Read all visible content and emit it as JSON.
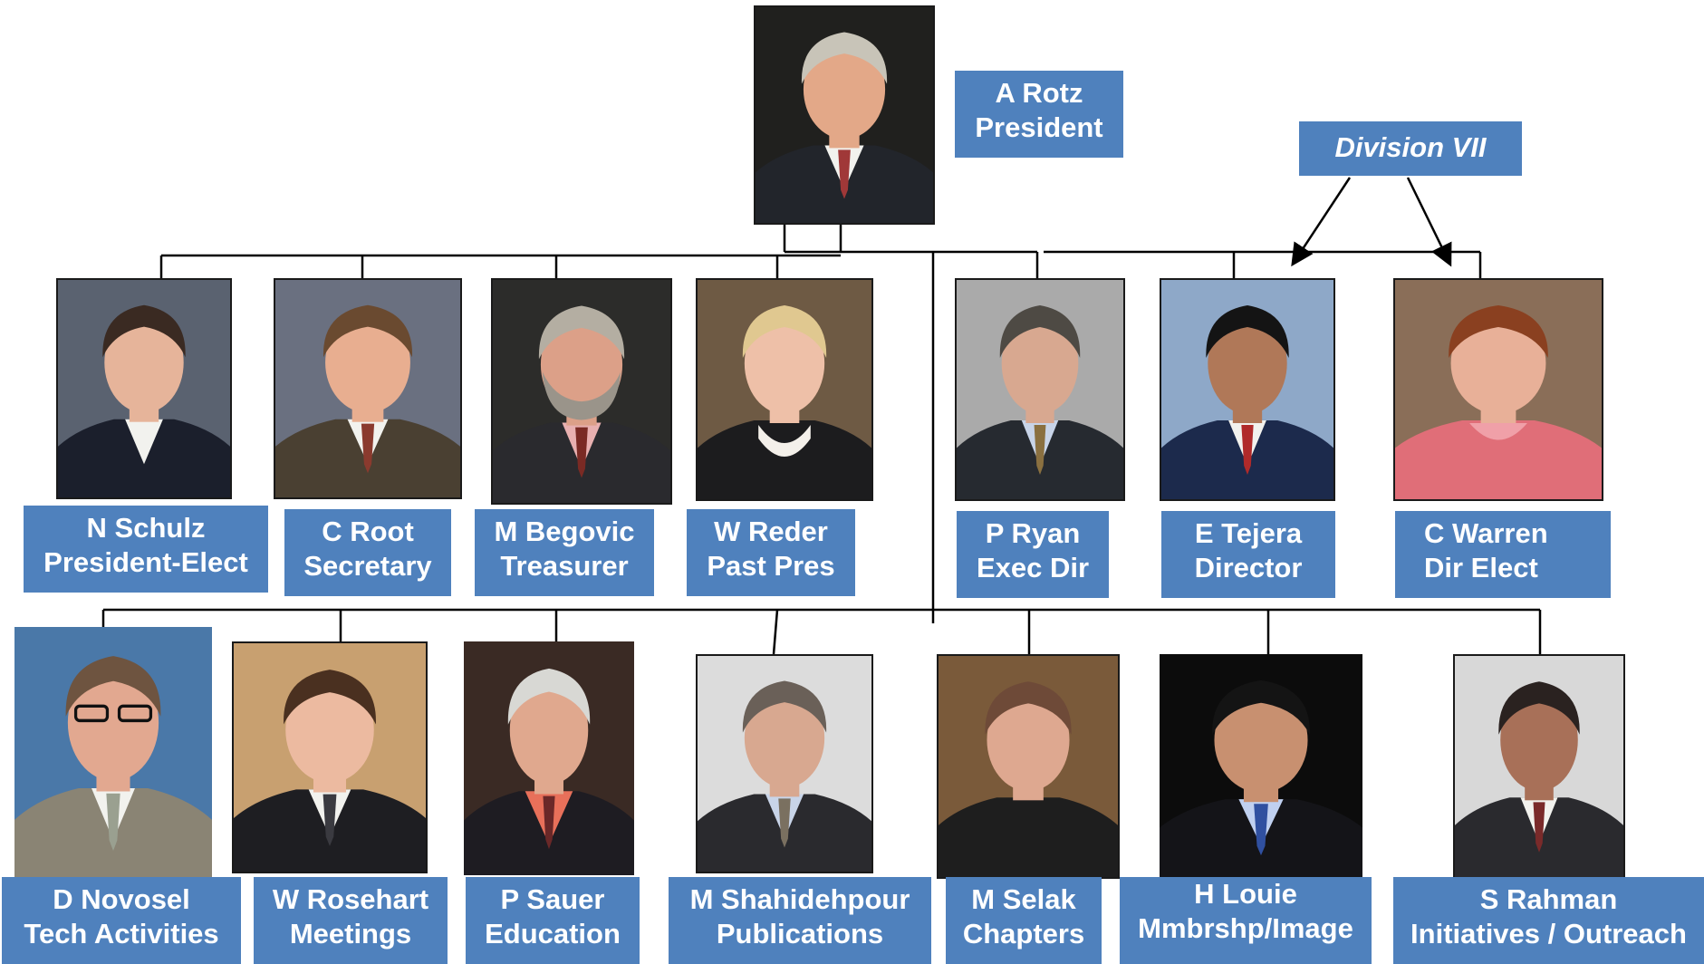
{
  "division": "Division VII",
  "people": {
    "president": {
      "name": "A Rotz",
      "role": "President",
      "suit": "#22252b",
      "bg": "#20201e",
      "hair": "#c8c4b8",
      "skin": "#e3a888"
    },
    "schulz": {
      "name": "N Schulz",
      "role": "President-Elect",
      "suit": "#1b1f2c",
      "bg": "#5a6270",
      "hair": "#3a2a22",
      "skin": "#e6b49a"
    },
    "root": {
      "name": "C Root",
      "role": "Secretary",
      "suit": "#4a4032",
      "bg": "#6a7080",
      "hair": "#6a4a30",
      "skin": "#e8ae90"
    },
    "begovic": {
      "name": "M Begovic",
      "role": "Treasurer",
      "suit": "#2a2a2e",
      "bg": "#2c2c2a",
      "hair": "#b4aea2",
      "skin": "#dca088"
    },
    "reder": {
      "name": "W Reder",
      "role": "Past Pres",
      "suit": "#1c1c1e",
      "bg": "#6e5a44",
      "hair": "#e0c890",
      "skin": "#eec0a8"
    },
    "ryan": {
      "name": "P Ryan",
      "role": "Exec Dir",
      "suit": "#262a30",
      "bg": "#aaaaaa",
      "hair": "#4e4a44",
      "skin": "#d8a890"
    },
    "tejera": {
      "name": "E Tejera",
      "role": "Director",
      "suit": "#1c2a4c",
      "bg": "#8ea8c8",
      "hair": "#141414",
      "skin": "#b07858"
    },
    "warren": {
      "name": "C Warren",
      "role": "Dir Elect",
      "suit": "#e06e78",
      "bg": "#8a6e58",
      "hair": "#8a4020",
      "skin": "#e8b098"
    },
    "novosel": {
      "name": "D Novosel",
      "role": "Tech Activities",
      "suit": "#8a8474",
      "bg": "#4a78a8",
      "hair": "#6e5440",
      "skin": "#e2a890"
    },
    "rosehart": {
      "name": "W Rosehart",
      "role": "Meetings",
      "suit": "#1e1e22",
      "bg": "#c8a070",
      "hair": "#4a3020",
      "skin": "#ecbaa0"
    },
    "sauer": {
      "name": "P Sauer",
      "role": "Education",
      "suit": "#1e1c22",
      "bg": "#3a2a24",
      "hair": "#d8d8d4",
      "skin": "#e0a88e"
    },
    "shahidehpour": {
      "name": "M Shahidehpour",
      "role": "Publications",
      "suit": "#2a2a2e",
      "bg": "#dcdcdc",
      "hair": "#6a6058",
      "skin": "#d8a890"
    },
    "selak": {
      "name": "M Selak",
      "role": "Chapters",
      "suit": "#1e1e1e",
      "bg": "#7a5a3a",
      "hair": "#6e4a38",
      "skin": "#dea890"
    },
    "louie": {
      "name": "H Louie",
      "role": "Mmbrshp/Image",
      "suit": "#141418",
      "bg": "#0c0c0c",
      "hair": "#141414",
      "skin": "#c89070"
    },
    "rahman": {
      "name": "S Rahman",
      "role": "Initiatives / Outreach",
      "suit": "#2a2a2e",
      "bg": "#d8d8d8",
      "hair": "#2a2220",
      "skin": "#a87058"
    }
  }
}
